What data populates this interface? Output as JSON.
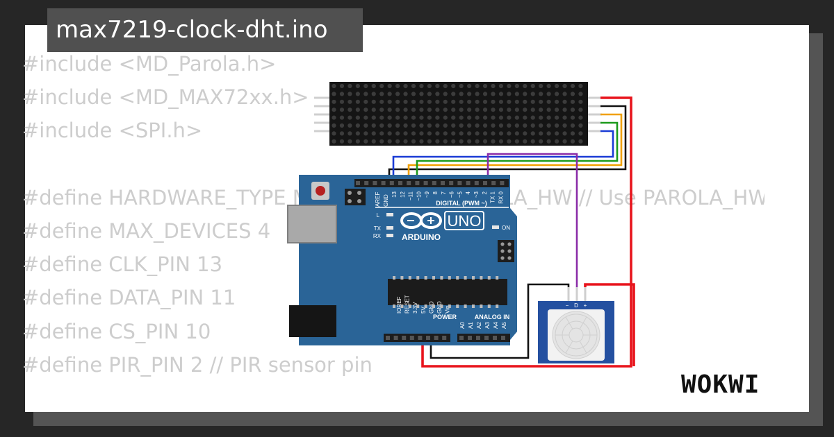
{
  "title": "max7219-clock-dht.ino",
  "code_lines": [
    "#include <MD_Parola.h>",
    "#include <MD_MAX72xx.h>",
    "#include <SPI.h>",
    "",
    "#define HARDWARE_TYPE MD_MAX72XX::PAROLA_HW // Use PAROLA_HW",
    "#define MAX_DEVICES 4",
    "#define CLK_PIN 13",
    "#define DATA_PIN 11",
    "#define CS_PIN 10",
    "#define PIR_PIN 2 // PIR sensor pin"
  ],
  "board": {
    "brand": "ARDUINO",
    "model": "UNO",
    "digital_label": "DIGITAL (PWM ~)",
    "power_label": "POWER",
    "analog_label": "ANALOG IN",
    "led_labels": [
      "L",
      "TX",
      "RX"
    ],
    "on_label": "ON",
    "aref": "AREF",
    "gnd": "GND",
    "digital_pins": [
      "13",
      "12",
      "~11",
      "~10",
      "~9",
      "8",
      "7",
      "~6",
      "~5",
      "4",
      "~3",
      "2",
      "TX 1",
      "RX 0"
    ],
    "power_pins": [
      "IOREF",
      "RESET",
      "3.3V",
      "5V",
      "GND",
      "GND",
      "Vin"
    ],
    "analog_pins": [
      "A0",
      "A1",
      "A2",
      "A3",
      "A4",
      "A5"
    ]
  },
  "pir_sensor": {
    "pin_labels": [
      "−",
      "D",
      "+"
    ]
  },
  "brand_logo": "WOKWI",
  "wire_colors": {
    "red": "#e8141c",
    "black": "#111111",
    "purple": "#8a2ca8",
    "green": "#1c9a1c",
    "orange": "#f0a000",
    "blue": "#1a3cd6"
  }
}
